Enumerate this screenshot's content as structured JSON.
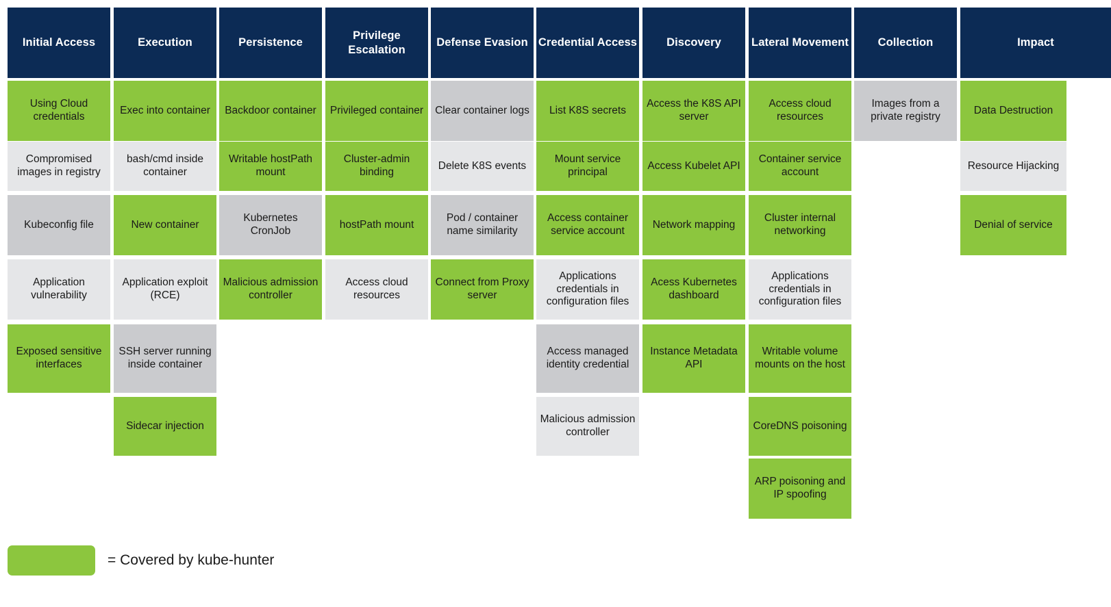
{
  "colors": {
    "header_bg": "#0C2B55",
    "header_text": "#FFFFFF",
    "covered_green": "#8CC63E",
    "uncovered_gray_dark": "#CACBCE",
    "uncovered_gray_light": "#E5E6E8",
    "cell_text": "#1A1A1A",
    "page_bg": "#FFFFFF"
  },
  "legend": {
    "swatch_color": "#8CC63E",
    "label": "= Covered by kube-hunter"
  },
  "matrix": {
    "columns": [
      {
        "header": "Initial Access",
        "cells": [
          {
            "label": "Using Cloud credentials",
            "covered": true
          },
          {
            "label": "Compromised images in registry",
            "covered": false
          },
          {
            "label": "Kubeconfig file",
            "covered": false
          },
          {
            "label": "Application vulnerability",
            "covered": false
          },
          {
            "label": "Exposed sensitive interfaces",
            "covered": true
          }
        ]
      },
      {
        "header": "Execution",
        "cells": [
          {
            "label": "Exec into container",
            "covered": true
          },
          {
            "label": "bash/cmd inside container",
            "covered": false
          },
          {
            "label": "New container",
            "covered": true
          },
          {
            "label": "Application exploit (RCE)",
            "covered": false
          },
          {
            "label": "SSH server running inside container",
            "covered": false
          },
          {
            "label": "Sidecar injection",
            "covered": true
          }
        ]
      },
      {
        "header": "Persistence",
        "cells": [
          {
            "label": "Backdoor container",
            "covered": true
          },
          {
            "label": "Writable hostPath mount",
            "covered": true
          },
          {
            "label": "Kubernetes CronJob",
            "covered": false
          },
          {
            "label": "Malicious admission controller",
            "covered": true
          }
        ]
      },
      {
        "header": "Privilege Escalation",
        "cells": [
          {
            "label": "Privileged container",
            "covered": true
          },
          {
            "label": "Cluster-admin binding",
            "covered": true
          },
          {
            "label": "hostPath mount",
            "covered": true
          },
          {
            "label": "Access cloud resources",
            "covered": false
          }
        ]
      },
      {
        "header": "Defense Evasion",
        "cells": [
          {
            "label": "Clear container logs",
            "covered": false
          },
          {
            "label": "Delete K8S events",
            "covered": false
          },
          {
            "label": "Pod / container name similarity",
            "covered": false
          },
          {
            "label": "Connect from Proxy server",
            "covered": true
          }
        ]
      },
      {
        "header": "Credential Access",
        "cells": [
          {
            "label": "List K8S secrets",
            "covered": true
          },
          {
            "label": "Mount service principal",
            "covered": true
          },
          {
            "label": "Access container service account",
            "covered": true
          },
          {
            "label": "Applications credentials in configuration files",
            "covered": false
          },
          {
            "label": "Access managed identity credential",
            "covered": false
          },
          {
            "label": "Malicious admission controller",
            "covered": false
          }
        ]
      },
      {
        "header": "Discovery",
        "cells": [
          {
            "label": "Access the K8S API server",
            "covered": true
          },
          {
            "label": "Access Kubelet API",
            "covered": true
          },
          {
            "label": "Network mapping",
            "covered": true
          },
          {
            "label": "Acess Kubernetes dashboard",
            "covered": true
          },
          {
            "label": "Instance Metadata API",
            "covered": true
          }
        ]
      },
      {
        "header": "Lateral Movement",
        "cells": [
          {
            "label": "Access cloud resources",
            "covered": true
          },
          {
            "label": "Container service account",
            "covered": true
          },
          {
            "label": "Cluster internal networking",
            "covered": true
          },
          {
            "label": "Applications credentials in configuration files",
            "covered": false
          },
          {
            "label": "Writable volume mounts on the host",
            "covered": true
          },
          {
            "label": "CoreDNS poisoning",
            "covered": true
          },
          {
            "label": "ARP poisoning and IP spoofing",
            "covered": true
          }
        ]
      },
      {
        "header": "Collection",
        "cells": [
          {
            "label": "Images from a private registry",
            "covered": false
          }
        ]
      },
      {
        "header": "Impact",
        "cells": [
          {
            "label": "Data Destruction",
            "covered": true
          },
          {
            "label": "Resource Hijacking",
            "covered": false
          },
          {
            "label": "Denial of service",
            "covered": true
          }
        ]
      }
    ]
  }
}
